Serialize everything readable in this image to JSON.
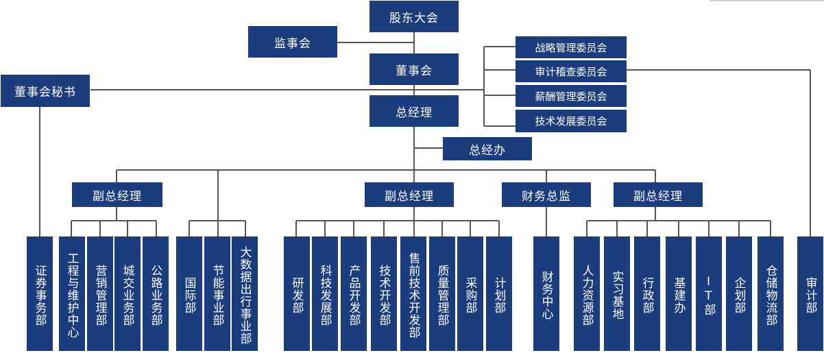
{
  "shareholders": "股东大会",
  "supervisory_board": "监事会",
  "board": "董事会",
  "board_secretary": "董事会秘书",
  "general_manager": "总经理",
  "gm_office": "总经办",
  "committees": [
    "战略管理委员会",
    "审计稽查委员会",
    "薪酬管理委员会",
    "技术发展委员会"
  ],
  "vp_left": "副总经理",
  "vp_middle": "副总经理",
  "cfo": "财务总监",
  "vp_right": "副总经理",
  "securities_dept": "证券事务部",
  "audit_dept": "审计部",
  "left_depts": [
    "工程与维护中心",
    "营销管理部",
    "城交业务部",
    "公路业务部"
  ],
  "left_depts_2": [
    "国际部",
    "节能事业部",
    "大数据出行事业部"
  ],
  "middle_depts": [
    "研发部",
    "科技发展部",
    "产品开发部",
    "技术开发部",
    "售前技术开发部",
    "质量管理部",
    "采购部",
    "计划部"
  ],
  "finance_depts": [
    "财务中心"
  ],
  "right_depts": [
    "人力资源部",
    "实习基地",
    "行政部",
    "基建办",
    "IT部",
    "企划部",
    "仓储物流部"
  ]
}
